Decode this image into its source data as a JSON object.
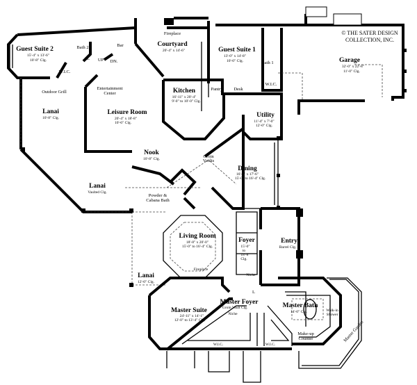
{
  "copyright": {
    "line1": "© THE SATER DESIGN",
    "line2": "COLLECTION, INC."
  },
  "rooms": {
    "guest_suite_2": {
      "name": "Guest Suite 2",
      "dims": "15'-4\" x 13'-6\"",
      "ceiling": "10'-8\" Clg."
    },
    "bath_2": {
      "name": "Bath 2"
    },
    "bar": {
      "name": "Bar"
    },
    "up": {
      "name": "UP"
    },
    "dn": {
      "name": "DN."
    },
    "wic_guest2": {
      "name": "W.I.C."
    },
    "outdoor_grill": {
      "name": "Outdoor Grill"
    },
    "entertainment_center": {
      "line1": "Entertainment",
      "line2": "Center"
    },
    "fireplace_courtyard": {
      "name": "Fireplace"
    },
    "courtyard": {
      "name": "Courtyard",
      "dims": "20'-4\" x 14'-6\""
    },
    "guest_suite_1": {
      "name": "Guest Suite 1",
      "dims": "13'-0\" x 14'-8\"",
      "ceiling": "10'-0\" Clg."
    },
    "bath_1": {
      "name": "Bath 1"
    },
    "wic_guest1": {
      "name": "W.I.C."
    },
    "desk": {
      "name": "Desk"
    },
    "pantry": {
      "name": "Pantry"
    },
    "garage": {
      "name": "Garage",
      "dims": "32'-0\" x 22'-8\"",
      "ceiling": "11'-0\" Clg."
    },
    "utility": {
      "name": "Utility",
      "dims": "11'-4\" x 7'-0\"",
      "ceiling": "12'-0\" Clg."
    },
    "kitchen": {
      "name": "Kitchen",
      "dims": "16'-11\" x 20'-4\"",
      "ceiling": "9'-0\" to 10'-0\" Clg."
    },
    "lanai_left": {
      "name": "Lanai",
      "ceiling": "10'-8\" Clg."
    },
    "leisure_room": {
      "name": "Leisure Room",
      "dims": "20'-4\" x 18'-8\"",
      "ceiling": "10'-6\" Clg."
    },
    "nook": {
      "name": "Nook",
      "ceiling": "10'-8\" Clg."
    },
    "groin_vaults": {
      "line1": "Groin",
      "line2": "Vaults"
    },
    "dining": {
      "name": "Dining",
      "dims": "16'-7\" x 17'-6\"",
      "ceiling": "15'-0\" to 16'-4\" Clg."
    },
    "lanai_vaulted": {
      "name": "Lanai",
      "ceiling": "Vaulted Clg."
    },
    "powder_cabana": {
      "line1": "Powder &",
      "line2": "Cabana Bath"
    },
    "living_room": {
      "name": "Living Room",
      "dims": "18'-8\" x 20'-0\"",
      "ceiling": "15'-0\" to 16'-4\" Clg."
    },
    "foyer": {
      "name": "Foyer",
      "c1": "15'-0\"",
      "c2": "to",
      "c3": "18'-8\"",
      "c4": "Clg."
    },
    "entry": {
      "name": "Entry",
      "ceiling": "Barrel Clg."
    },
    "niche_foyer": {
      "name": "Niche"
    },
    "fireplace_living": {
      "name": "Fireplace"
    },
    "lanai_master": {
      "name": "Lanai",
      "ceiling": "12'-0\" Clg."
    },
    "master_suite": {
      "name": "Master Suite",
      "dims": "24'-11\" x 14'-1\"",
      "ceiling": "12'-0\" to 13'-4\" Clg."
    },
    "master_foyer": {
      "name": "Master Foyer",
      "ceiling": "Groin Vault Clg.",
      "niche": "Niche"
    },
    "master_bath": {
      "name": "Master Bath",
      "ceiling": "14'-0\" Clg."
    },
    "walk_in_shower": {
      "line1": "Walk-in",
      "line2": "Shower"
    },
    "makeup_counter": {
      "line1": "Make-up",
      "line2": "Counter"
    },
    "wic_master_1": {
      "name": "W.I.C."
    },
    "wic_master_2": {
      "name": "W.I.C."
    },
    "l_mark": {
      "name": "L"
    },
    "l_mark2": {
      "name": "L"
    },
    "master_garden": {
      "name": "Master Garden"
    }
  }
}
